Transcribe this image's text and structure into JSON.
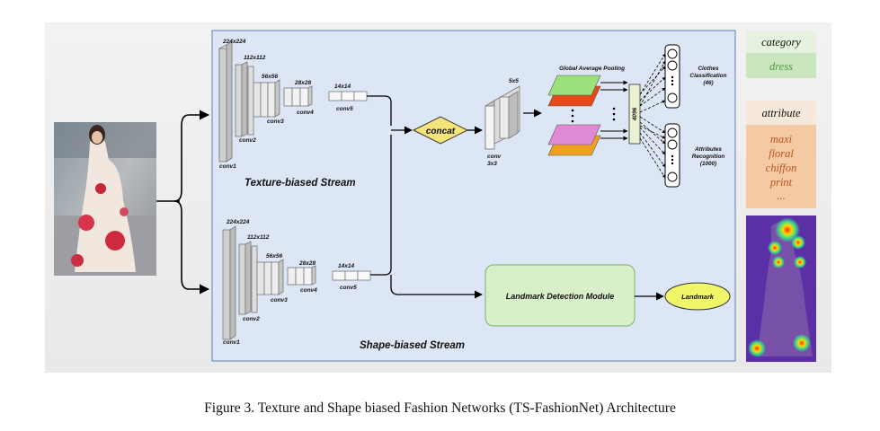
{
  "caption": "Figure 3. Texture and Shape biased Fashion Networks (TS-FashionNet) Architecture",
  "texture_stream": {
    "title": "Texture-biased Stream",
    "sizes": [
      "224x224",
      "112x112",
      "56x56",
      "28x28",
      "14x14"
    ],
    "layers": [
      "conv1",
      "conv2",
      "conv3",
      "conv4",
      "conv5"
    ]
  },
  "shape_stream": {
    "title": "Shape-biased Stream",
    "sizes": [
      "224x224",
      "112x112",
      "56x56",
      "28x28",
      "14x14"
    ],
    "layers": [
      "conv1",
      "conv2",
      "conv3",
      "conv4",
      "conv5"
    ]
  },
  "concat": {
    "label": "concat"
  },
  "conv_block": {
    "size": "5x5",
    "label_line1": "conv",
    "label_line2": "3x3"
  },
  "gap": {
    "title": "Global Average Pooling"
  },
  "fc": {
    "label": "4096"
  },
  "outputs": {
    "clothes": [
      "Clothes",
      "Classification",
      "(46)"
    ],
    "attributes": [
      "Attributes",
      "Recognition",
      "(1000)"
    ]
  },
  "landmark": {
    "module": "Landmark Detection Module",
    "output": "Landmark"
  },
  "right_panel": {
    "category_header": "category",
    "category_value": "dress",
    "attribute_header": "attribute",
    "attribute_values": [
      "maxi",
      "floral",
      "chiffon",
      "print",
      "..."
    ]
  },
  "colors": {
    "background_panel": "#dce6f4",
    "concat_fill": "#f5e47a",
    "landmark_module_fill": "#d8efc9",
    "landmark_output_fill": "#f1f56a",
    "category_header": "#e6f2df",
    "category_value": "#c9e6bf",
    "attribute_header": "#f7e8dc",
    "attribute_values": "#f4caa4",
    "gap_green": "#9be07a",
    "gap_red": "#e64a19",
    "gap_pink": "#e08ad6",
    "gap_orange": "#f0a020"
  }
}
